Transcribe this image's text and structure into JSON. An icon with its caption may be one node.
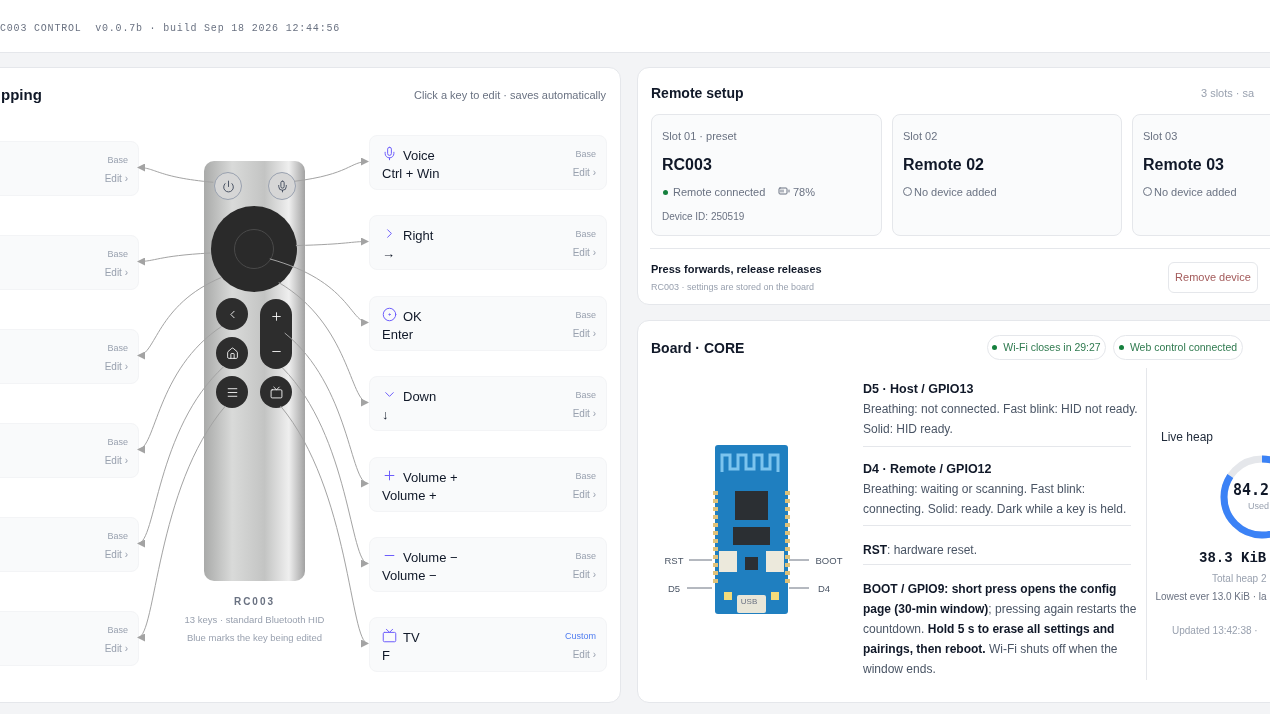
{
  "diagram": {
    "nodes": [
      {
        "text": [
          "pping",
          "Click a key to edit · saves automatically"
        ]
      },
      {
        "text": [
          "Base",
          "Edit ›"
        ],
        "in": 0
      },
      {
        "text": [
          "Base",
          "Edit ›"
        ],
        "in": 0
      },
      {
        "text": [
          "Base",
          "Edit ›"
        ],
        "in": 0
      },
      {
        "text": [
          "Base",
          "Edit ›"
        ],
        "in": 0
      },
      {
        "text": [
          "Base",
          "Edit ›"
        ],
        "in": 0
      },
      {
        "text": [
          "Base",
          "Edit ›"
        ],
        "in": 0
      },
      {
        "text": [
          "Voice",
          "Ctrl + Win",
          "Base",
          "Edit ›"
        ],
        "in": 0
      },
      {
        "text": [
          "Right",
          "→",
          "Base",
          "Edit ›"
        ],
        "in": 0
      },
      {
        "text": [
          "OK",
          "Enter",
          "Base",
          "Edit ›"
        ],
        "in": 0
      },
      {
        "text": [
          "Down",
          "↓",
          "Base",
          "Edit ›"
        ],
        "in": 0
      },
      {
        "text": [
          "Volume +",
          "Volume +",
          "Base",
          "Edit ›"
        ],
        "in": 0
      },
      {
        "text": [
          "Volume −",
          "Volume −",
          "Base",
          "Edit ›"
        ],
        "in": 0
      },
      {
        "text": [
          "TV",
          "F",
          "Custom",
          "Edit ›"
        ],
        "in": 0
      },
      {
        "text": [],
        "shape": "picture",
        "in": 0,
        "beside": [
          "RC003",
          "13 keys · standard Bluetooth HID",
          "Blue marks the key being edited"
        ]
      },
      {
        "text": [],
        "shape": "circle",
        "in": 14
      },
      {
        "text": [],
        "shape": "circle",
        "in": 14
      },
      {
        "text": [],
        "shape": "circle",
        "in": 14
      },
      {
        "text": [],
        "shape": "circle",
        "in": 17
      },
      {
        "text": [],
        "shape": "circle",
        "in": 14
      },
      {
        "text": [],
        "shape": "box",
        "in": 14
      },
      {
        "text": [],
        "shape": "circle",
        "in": 14
      },
      {
        "text": [],
        "shape": "box",
        "in": 14
      },
      {
        "text": [],
        "shape": "circle",
        "in": 14
      },
      {
        "text": [],
        "shape": "circle",
        "in": 14
      },
      {
        "text": [
          "Remote setup",
          "3 slots · sa",
          "Press forwards, release releases",
          "RC003 · settings are stored on the board"
        ]
      },
      {
        "text": [
          "Slot 01 · preset",
          "RC003",
          "Remote connected",
          "78%",
          "Device ID: 250519"
        ],
        "in": 25
      },
      {
        "text": [
          "Slot 02",
          "Remote 02",
          "No device added"
        ],
        "in": 25
      },
      {
        "text": [
          "Slot 03",
          "Remote 03",
          "No device added"
        ],
        "in": 25
      },
      {
        "text": [
          "Remove device"
        ],
        "in": 25
      },
      {
        "text": [
          "Board · CORE"
        ]
      },
      {
        "text": [
          "Wi-Fi closes in 29:27"
        ],
        "in": 30
      },
      {
        "text": [
          "Web control connected"
        ],
        "in": 30
      },
      {
        "text": [],
        "shape": "picture",
        "in": 30
      },
      {
        "text": [
          "RST"
        ],
        "in": 30
      },
      {
        "text": [
          "BOOT"
        ],
        "in": 30
      },
      {
        "text": [
          "D5"
        ],
        "in": 30
      },
      {
        "text": [
          "D4"
        ],
        "in": 30
      }
    ],
    "edges": [
      {
        "from": 15,
        "to": 1,
        "arrow": "to"
      },
      {
        "from": 17,
        "to": 2,
        "arrow": "to"
      },
      {
        "from": 17,
        "to": 3,
        "arrow": "to"
      },
      {
        "from": 19,
        "to": 4,
        "arrow": "to"
      },
      {
        "from": 21,
        "to": 5,
        "arrow": "to"
      },
      {
        "from": 23,
        "to": 6,
        "arrow": "to"
      },
      {
        "from": 16,
        "to": 7,
        "arrow": "to"
      },
      {
        "from": 17,
        "to": 8,
        "arrow": "to"
      },
      {
        "from": 18,
        "to": 9,
        "arrow": "to"
      },
      {
        "from": 17,
        "to": 10,
        "arrow": "to"
      },
      {
        "from": 20,
        "to": 11,
        "arrow": "to"
      },
      {
        "from": 22,
        "to": 12,
        "arrow": "to"
      },
      {
        "from": 24,
        "to": 13,
        "arrow": "to"
      },
      {
        "from": 34,
        "to": 33,
        "arrow": "none"
      },
      {
        "from": 35,
        "to": 33,
        "arrow": "none"
      },
      {
        "from": 36,
        "to": 33,
        "arrow": "none"
      },
      {
        "from": 37,
        "to": 33,
        "arrow": "none"
      }
    ],
    "labels": [
      "C003 CONTROL  v0.0.7b · build Sep 18 2026 12:44:56",
      "D5 · Host / GPIO13",
      "Breathing: not connected. Fast blink: HID not ready. Solid: HID ready.",
      "D4 · Remote / GPIO12",
      "Breathing: waiting or scanning. Fast blink: connecting. Solid: ready. Dark while a key is held.",
      "**RST**: hardware reset.",
      "**BOOT / GPIO9: short press opens the config page (30-min window)**; pressing again restarts the countdown. **Hold 5 s to erase all settings and pairings, then reboot.** Wi-Fi shuts off when the window ends.",
      "Live heap",
      "84.2",
      "Used",
      "38.3 KiB",
      "Total heap 2",
      "Lowest ever 13.0 KiB · la",
      "Updated 13:42:38 ·",
      "USB"
    ]
  }
}
